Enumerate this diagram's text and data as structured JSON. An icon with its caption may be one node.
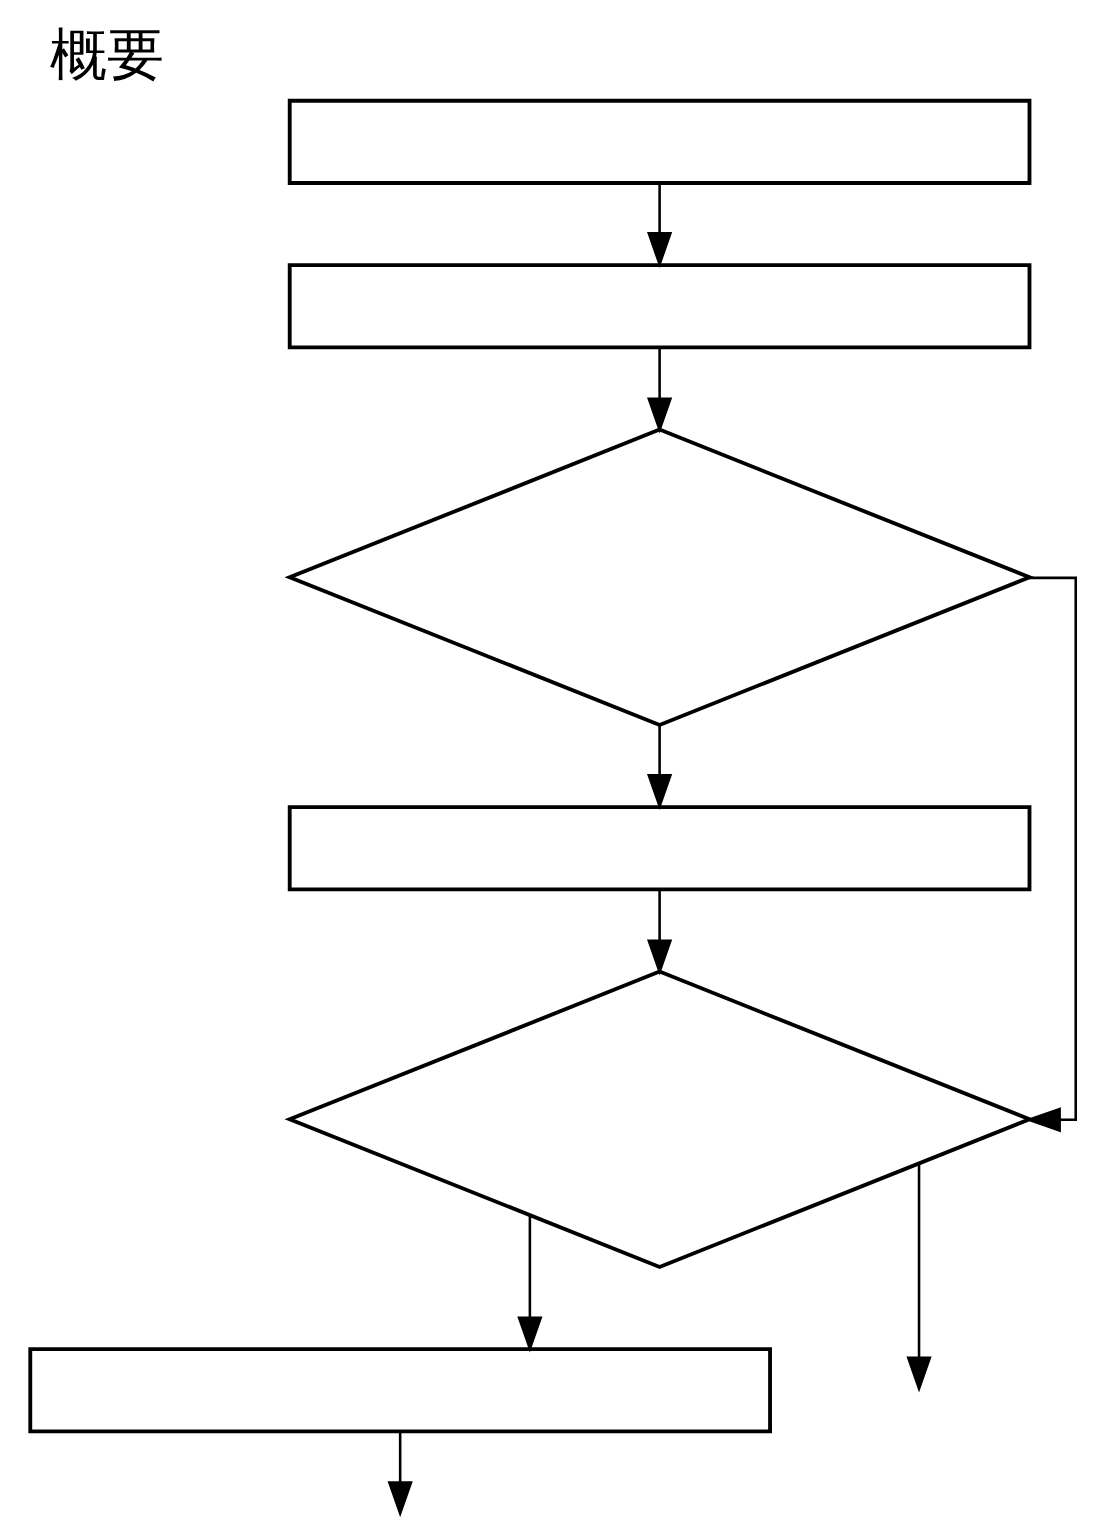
{
  "diagram": {
    "title": "概要",
    "nodes": [
      {
        "text": [],
        "shape": "box"
      },
      {
        "text": [],
        "shape": "box"
      },
      {
        "text": [],
        "shape": "diamond"
      },
      {
        "text": [],
        "shape": "box"
      },
      {
        "text": [],
        "shape": "diamond"
      },
      {
        "text": [],
        "shape": "box"
      }
    ],
    "edges": [
      {
        "from": 0,
        "to": 1,
        "arrow": "to"
      },
      {
        "from": 1,
        "to": 2,
        "arrow": "to"
      },
      {
        "from": 2,
        "to": 3,
        "arrow": "to"
      },
      {
        "from": 3,
        "to": 4,
        "arrow": "to"
      },
      {
        "from": 2,
        "to": 4,
        "arrow": "to"
      },
      {
        "from": 4,
        "to": 5,
        "arrow": "to"
      },
      {
        "from": 5,
        "to": null,
        "arrow": "to"
      },
      {
        "from": 4,
        "to": null,
        "arrow": "to"
      }
    ]
  }
}
